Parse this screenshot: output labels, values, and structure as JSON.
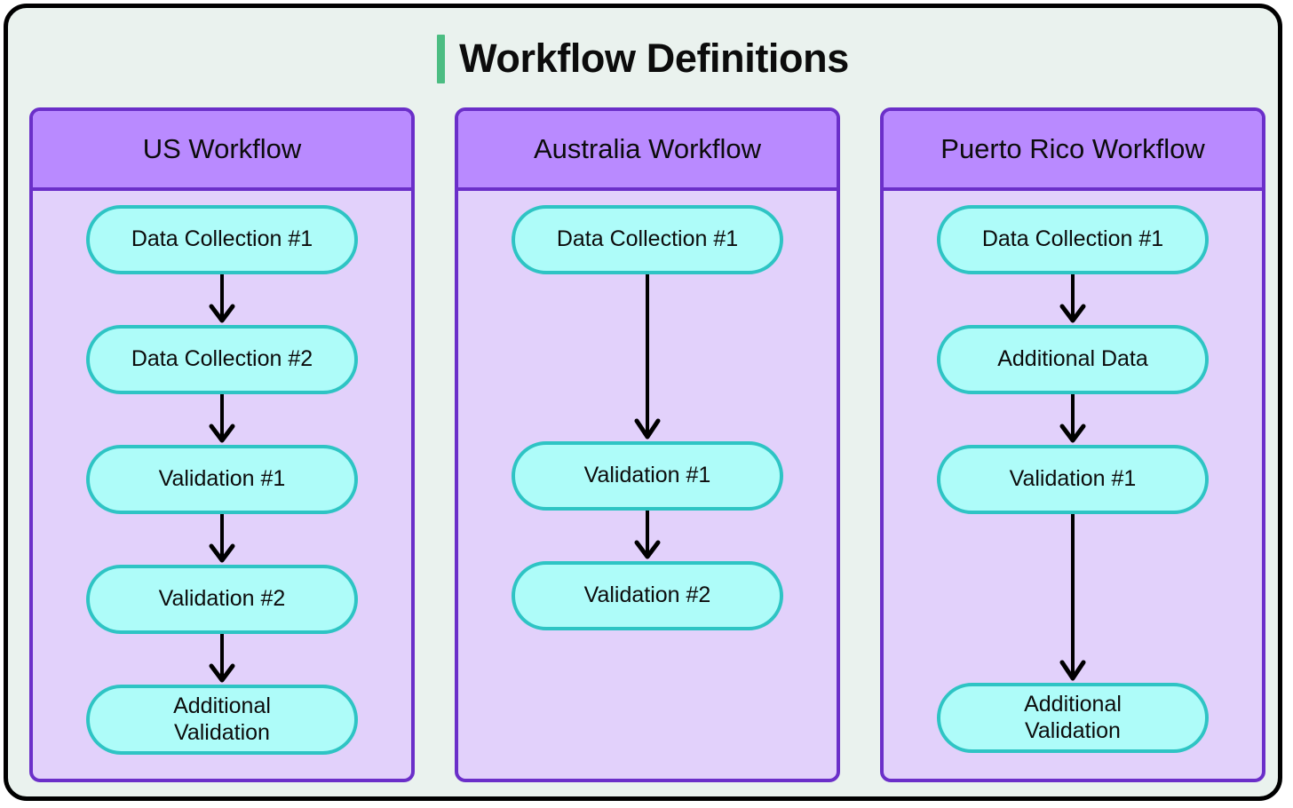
{
  "page": {
    "title": "Workflow Definitions",
    "background_color": "#eaf2ee",
    "accent_color": "#4cbd82",
    "frame_border_color": "#000000"
  },
  "theme": {
    "header_fill": "#b98aff",
    "column_border": "#6b2fc9",
    "column_body_fill": "#e2d1fb",
    "node_fill": "#aefcf9",
    "node_border": "#2ec4c4",
    "arrow_color": "#000000",
    "text_color": "#0c0c0c"
  },
  "diagram_data": {
    "type": "flowchart",
    "orientation": "vertical",
    "columns": 3,
    "workflows": [
      {
        "id": "us-workflow",
        "title": "US Workflow",
        "nodes": [
          {
            "id": "us-n1",
            "label": "Data Collection #1",
            "lines": 1
          },
          {
            "id": "us-n2",
            "label": "Data Collection #2",
            "lines": 1
          },
          {
            "id": "us-n3",
            "label": "Validation #1",
            "lines": 1
          },
          {
            "id": "us-n4",
            "label": "Validation #2",
            "lines": 1
          },
          {
            "id": "us-n5",
            "label": "Additional\nValidation",
            "lines": 2
          }
        ],
        "edges": [
          {
            "from": "us-n1",
            "to": "us-n2",
            "length": "short"
          },
          {
            "from": "us-n2",
            "to": "us-n3",
            "length": "short"
          },
          {
            "from": "us-n3",
            "to": "us-n4",
            "length": "short"
          },
          {
            "from": "us-n4",
            "to": "us-n5",
            "length": "short"
          }
        ]
      },
      {
        "id": "australia-workflow",
        "title": "Australia Workflow",
        "nodes": [
          {
            "id": "au-n1",
            "label": "Data Collection #1",
            "lines": 1
          },
          {
            "id": "au-n2",
            "label": "Validation #1",
            "lines": 1
          },
          {
            "id": "au-n3",
            "label": "Validation #2",
            "lines": 1
          }
        ],
        "edges": [
          {
            "from": "au-n1",
            "to": "au-n2",
            "length": "long"
          },
          {
            "from": "au-n2",
            "to": "au-n3",
            "length": "short"
          }
        ]
      },
      {
        "id": "puerto-rico-workflow",
        "title": "Puerto Rico Workflow",
        "nodes": [
          {
            "id": "pr-n1",
            "label": "Data Collection #1",
            "lines": 1
          },
          {
            "id": "pr-n2",
            "label": "Additional Data",
            "lines": 1
          },
          {
            "id": "pr-n3",
            "label": "Validation #1",
            "lines": 1
          },
          {
            "id": "pr-n4",
            "label": "Additional\nValidation",
            "lines": 2
          }
        ],
        "edges": [
          {
            "from": "pr-n1",
            "to": "pr-n2",
            "length": "short"
          },
          {
            "from": "pr-n2",
            "to": "pr-n3",
            "length": "short"
          },
          {
            "from": "pr-n3",
            "to": "pr-n4",
            "length": "long"
          }
        ]
      }
    ]
  }
}
